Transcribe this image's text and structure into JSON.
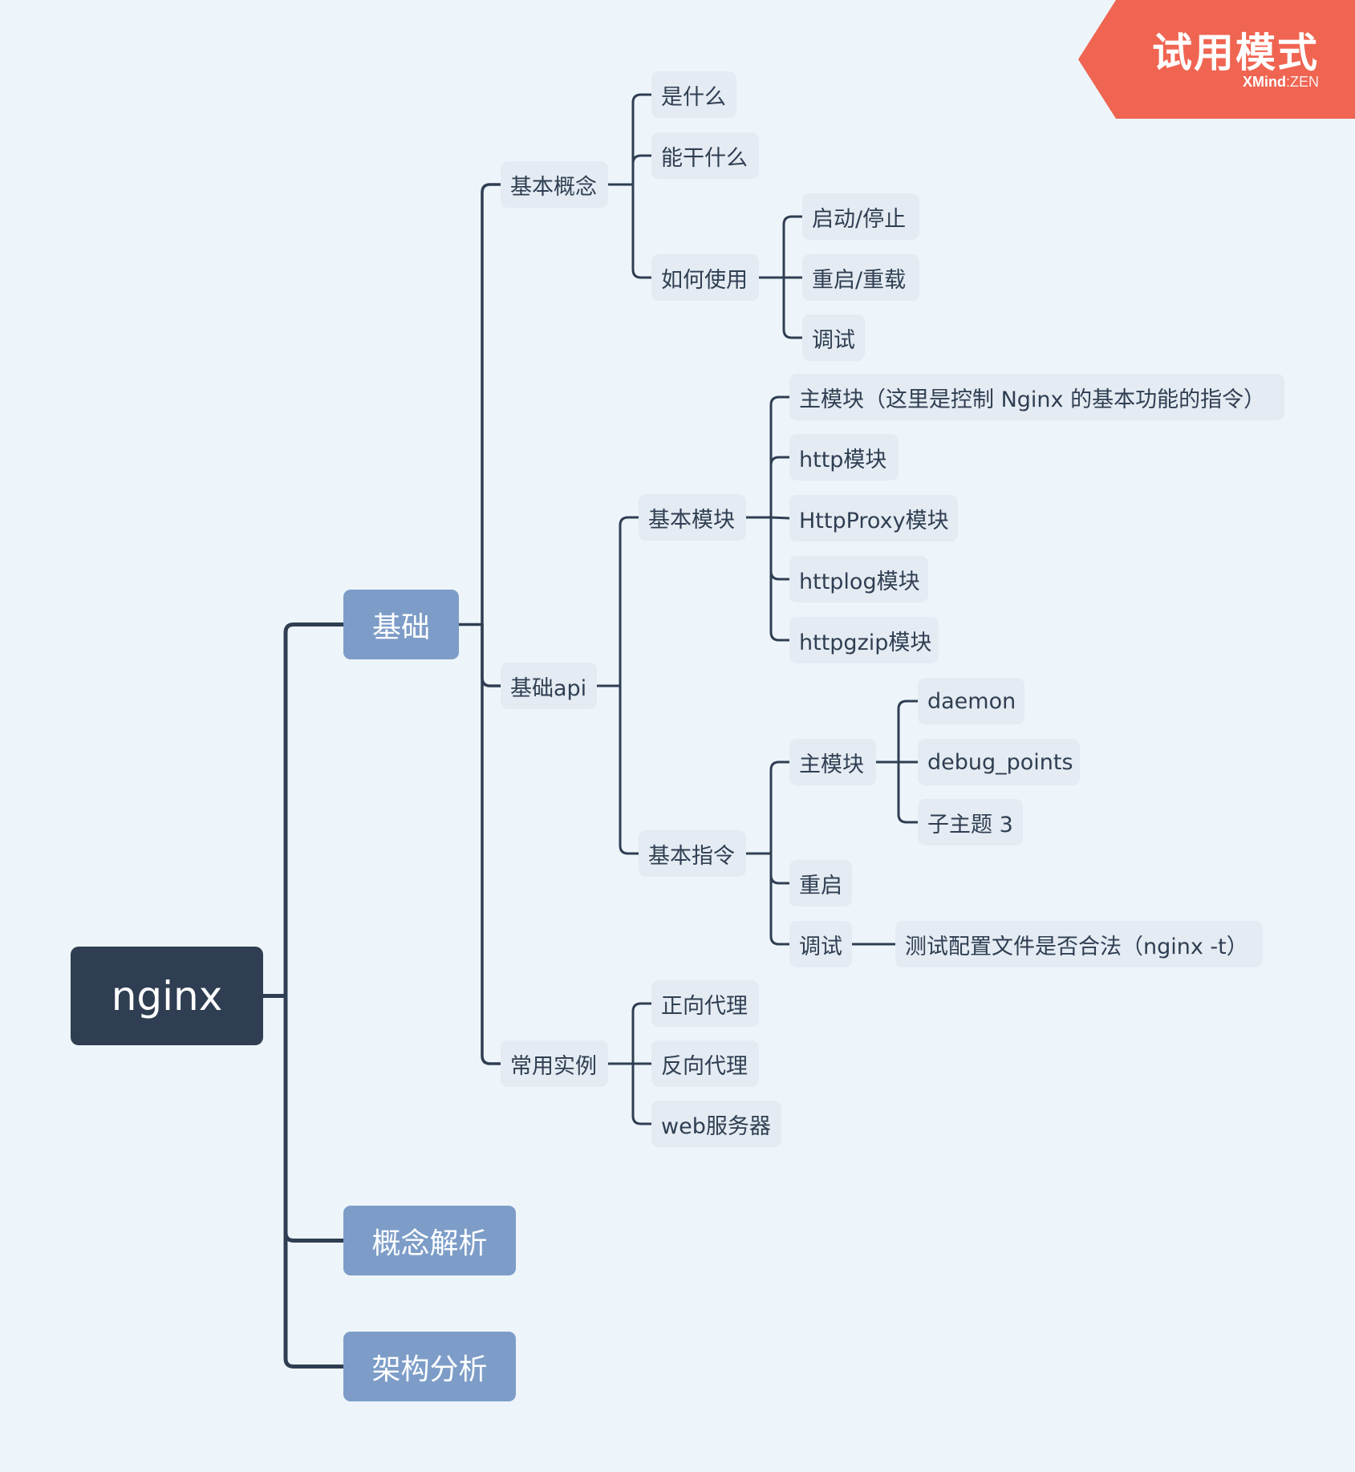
{
  "title": "nginx",
  "watermark": {
    "label": "试用模式",
    "brand_bold": "XMind",
    "brand_sep": ":",
    "brand_light": "ZEN"
  },
  "topics": {
    "root": "nginx",
    "jichu": "基础",
    "gainian_jiexi": "概念解析",
    "jiagou_fenxi": "架构分析",
    "jiben_gainian": "基本概念",
    "shi_shenme": "是什么",
    "neng_gan_shenme": "能干什么",
    "ruhe_shiyong": "如何使用",
    "qidong_tingzhi": "启动/停止",
    "chongqi_chongzai": "重启/重载",
    "tiaoshi_1": "调试",
    "jichu_api": "基础api",
    "jiben_mokuai": "基本模块",
    "zhu_mokuai_desc": "主模块（这里是控制 Nginx 的基本功能的指令）",
    "http_mokuai": "http模块",
    "httpproxy_mokuai": "HttpProxy模块",
    "httplog_mokuai": "httplog模块",
    "httpgzip_mokuai": "httpgzip模块",
    "jiben_zhiling": "基本指令",
    "zhu_mokuai": "主模块",
    "daemon": "daemon",
    "debug_points": "debug_points",
    "zi_zhuti_3": "子主题 3",
    "chongqi": "重启",
    "tiaoshi_2": "调试",
    "ceshi_peizhi": "测试配置文件是否合法（nginx -t）",
    "changyong_shili": "常用实例",
    "zhengxiang_daili": "正向代理",
    "fanxiang_daili": "反向代理",
    "web_fuwuqi": "web服务器"
  },
  "colors": {
    "background": "#edf5fa",
    "root": "#2f3e52",
    "main_topic": "#7d9dc8",
    "sub_topic": "#e4ebf2",
    "line": "#2f3e52",
    "badge": "#ef6552"
  }
}
